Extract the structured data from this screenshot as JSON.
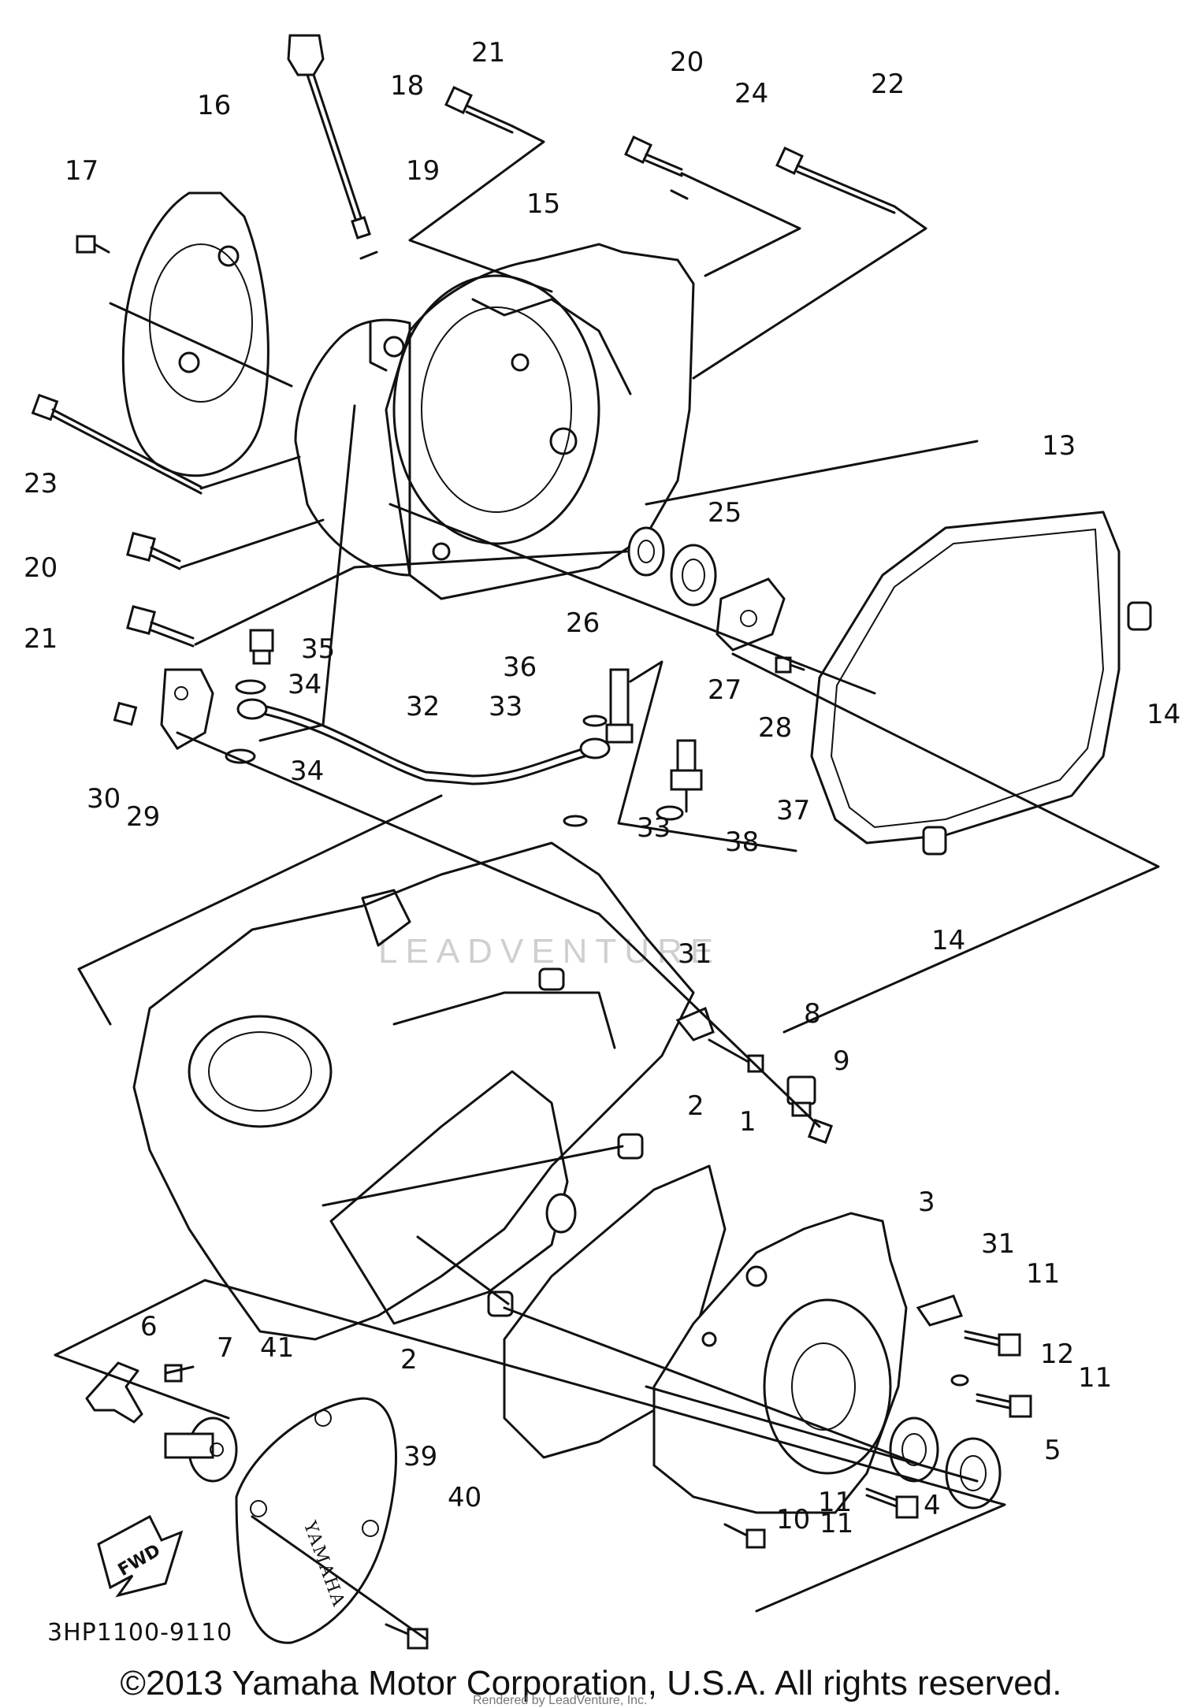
{
  "diagram": {
    "part_code": "3HP1100-9110",
    "watermark": "LEADVENTURE",
    "fwd_label": "FWD",
    "cover_brand": "YAMAHA",
    "callouts": [
      "1",
      "2",
      "2",
      "3",
      "4",
      "5",
      "6",
      "7",
      "8",
      "9",
      "10",
      "11",
      "11",
      "11",
      "11",
      "12",
      "13",
      "14",
      "14",
      "15",
      "16",
      "17",
      "18",
      "19",
      "20",
      "20",
      "21",
      "21",
      "22",
      "23",
      "24",
      "25",
      "26",
      "27",
      "28",
      "29",
      "30",
      "31",
      "31",
      "32",
      "33",
      "33",
      "34",
      "34",
      "35",
      "36",
      "37",
      "38",
      "39",
      "40",
      "41"
    ]
  },
  "footer": {
    "copyright": "©2013 Yamaha Motor Corporation, U.S.A. All rights reserved.",
    "rendered_by": "Rendered by LeadVenture, Inc."
  }
}
